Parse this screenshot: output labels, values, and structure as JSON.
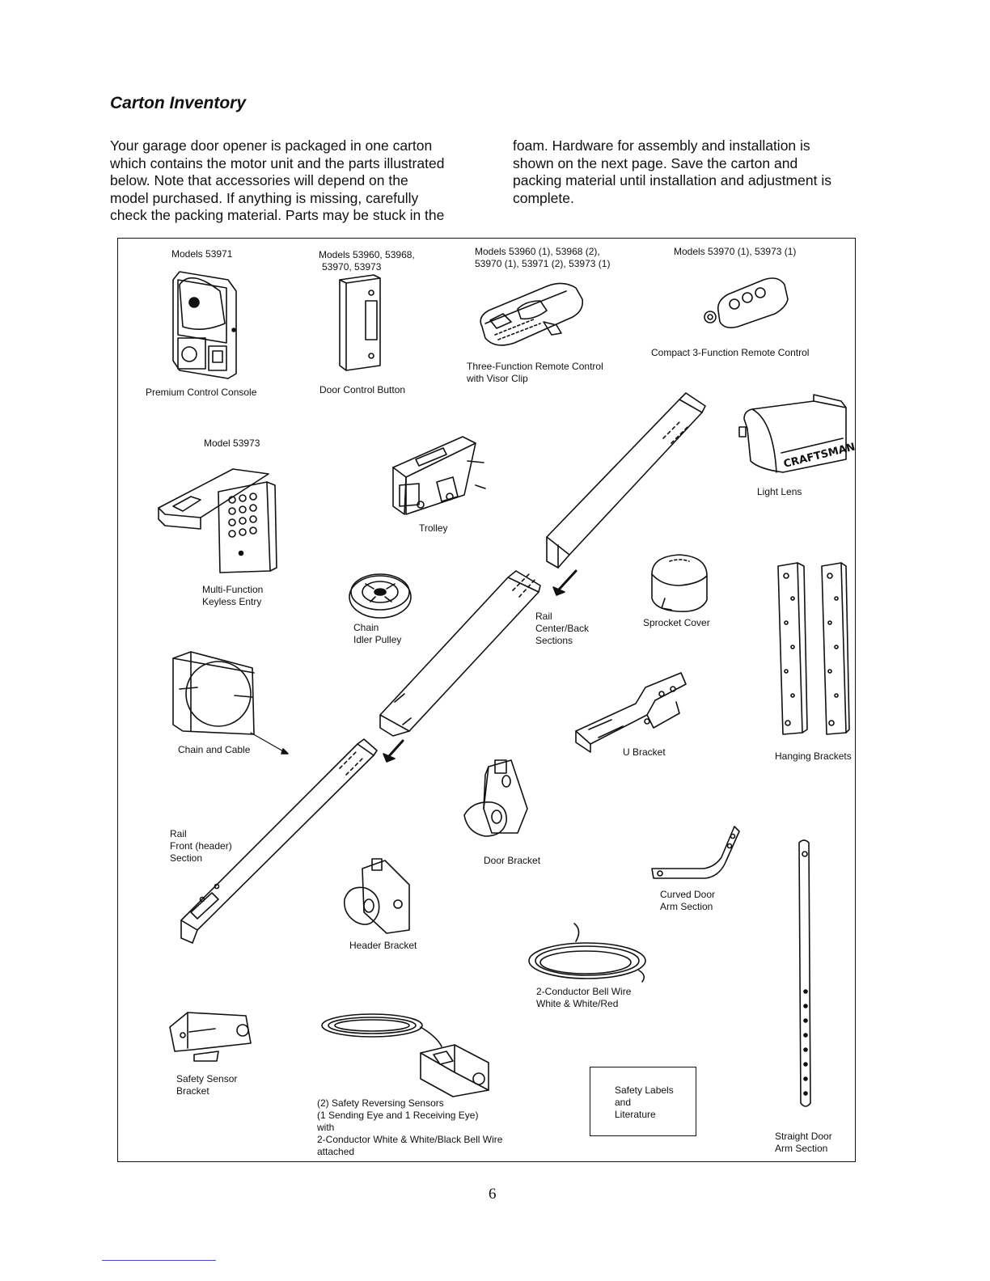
{
  "title": "Carton Inventory",
  "intro": {
    "col1": [
      "Your garage door opener is packaged in one carton",
      "which contains the motor unit and the parts illustrated",
      "below. Note that accessories will depend on the",
      "model purchased. If anything is missing, carefully",
      "check the packing material. Parts may be stuck in the"
    ],
    "col2": [
      "foam. Hardware for assembly and installation is",
      "shown on the next page. Save the carton and",
      "packing material until installation and adjustment is",
      "complete."
    ]
  },
  "parts": {
    "premium_console": {
      "models": [
        "Models 53971"
      ],
      "label": "Premium Control Console"
    },
    "door_button": {
      "models": [
        "Models 53960, 53968,",
        "53970, 53973"
      ],
      "label": "Door Control Button"
    },
    "three_function_remote": {
      "models": [
        "Models 53960 (1), 53968 (2),",
        "53970 (1), 53971 (2), 53973 (1)"
      ],
      "label": [
        "Three-Function Remote Control",
        "with Visor Clip"
      ]
    },
    "compact_remote": {
      "models": [
        "Models 53970 (1), 53973 (1)"
      ],
      "label": "Compact 3-Function Remote Control"
    },
    "keyless_entry": {
      "models": [
        "Model 53973"
      ],
      "label": [
        "Multi-Function",
        "Keyless Entry"
      ]
    },
    "trolley": {
      "label": "Trolley"
    },
    "light_lens": {
      "label": "Light Lens",
      "brand_mark": "CRAFTSMAN"
    },
    "idler_pulley": {
      "label": [
        "Chain",
        "Idler Pulley"
      ]
    },
    "rail_center": {
      "label": [
        "Rail",
        "Center/Back",
        "Sections"
      ]
    },
    "sprocket_cover": {
      "label": "Sprocket Cover"
    },
    "chain_cable": {
      "label": "Chain and Cable"
    },
    "u_bracket": {
      "label": "U Bracket"
    },
    "hanging_brackets": {
      "label": "Hanging Brackets"
    },
    "rail_front": {
      "label": [
        "Rail",
        "Front (header)",
        "Section"
      ]
    },
    "door_bracket": {
      "label": "Door Bracket"
    },
    "curved_arm": {
      "label": [
        "Curved Door",
        "Arm Section"
      ]
    },
    "header_bracket": {
      "label": "Header Bracket"
    },
    "bell_wire": {
      "label": [
        "2-Conductor Bell Wire",
        "White & White/Red"
      ]
    },
    "sensor_bracket": {
      "label": [
        "Safety Sensor",
        "Bracket"
      ]
    },
    "safety_sensors": {
      "label": [
        "(2) Safety Reversing Sensors",
        "(1 Sending Eye and 1 Receiving Eye)",
        "with",
        "2-Conductor White & White/Black Bell Wire",
        "attached"
      ]
    },
    "safety_labels": {
      "label": [
        "Safety Labels",
        "and",
        "Literature"
      ]
    },
    "straight_arm": {
      "label": [
        "Straight Door",
        "Arm Section"
      ]
    }
  },
  "page_number": "6",
  "colors": {
    "ink": "#111111",
    "footnote_rule": "#3a52c8"
  }
}
